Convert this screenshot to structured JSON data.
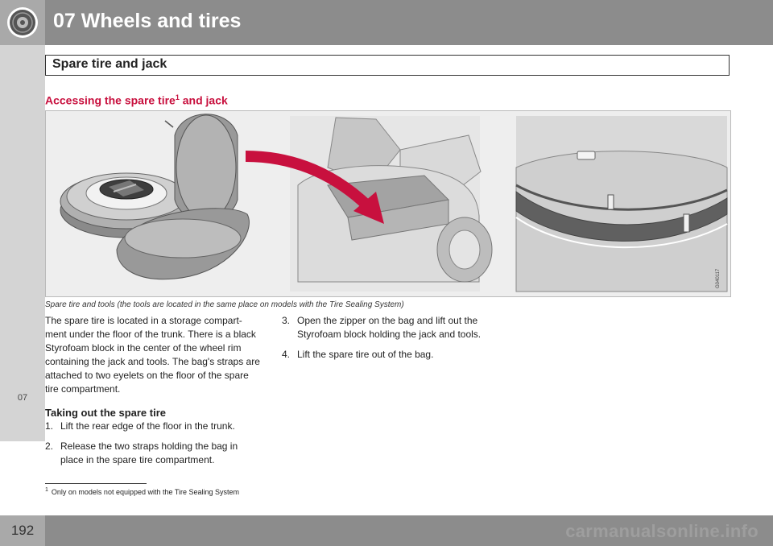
{
  "header": {
    "title": "07 Wheels and tires",
    "icon": "tire-icon"
  },
  "sidebar": {
    "chapter": "07"
  },
  "section": {
    "title": "Spare tire and jack"
  },
  "subheading": {
    "text": "Accessing the spare tire",
    "sup": "1",
    "text_after": " and jack"
  },
  "figure": {
    "code": "G040117",
    "caption": "Spare tire and tools (the tools are located in the same place on models with the Tire Sealing System)"
  },
  "left_column": {
    "intro": "The spare tire is located in a storage compart-ment under the floor of the trunk. There is a black Styrofoam block in the center of the wheel rim containing the jack and tools. The bag's straps are attached to two eyelets on the floor of the spare tire compartment.",
    "heading": "Taking out the spare tire",
    "steps": [
      {
        "num": "1.",
        "text": "Lift the rear edge of the floor in the trunk."
      },
      {
        "num": "2.",
        "text": "Release the two straps holding the bag in place in the spare tire compartment."
      }
    ]
  },
  "right_column": {
    "steps": [
      {
        "num": "3.",
        "text": "Open the zipper on the bag and lift out the Styrofoam block holding the jack and tools."
      },
      {
        "num": "4.",
        "text": "Lift the spare tire out of the bag."
      }
    ]
  },
  "footnote": {
    "num": "1",
    "text": "Only on models not equipped with the Tire Sealing System"
  },
  "footer": {
    "page_number": "192",
    "watermark": "carmanualsonline.info"
  },
  "colors": {
    "header_gray": "#8c8c8c",
    "accent_red": "#c8103e",
    "sidebar_gray": "#d4d4d4"
  }
}
